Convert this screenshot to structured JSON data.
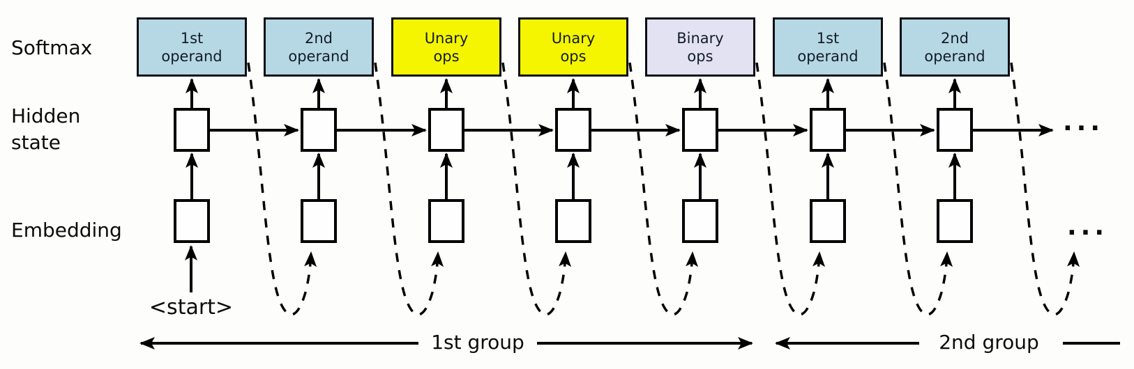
{
  "row_labels": {
    "softmax": "Softmax",
    "hidden_state": "Hidden\nstate",
    "embedding": "Embedding"
  },
  "steps": [
    {
      "label": "1st\noperand",
      "category": "operand",
      "fill": "#b6d8e4"
    },
    {
      "label": "2nd\noperand",
      "category": "operand",
      "fill": "#b6d8e4"
    },
    {
      "label": "Unary\nops",
      "category": "unary",
      "fill": "#f5f500"
    },
    {
      "label": "Unary\nops",
      "category": "unary",
      "fill": "#f5f500"
    },
    {
      "label": "Binary\nops",
      "category": "binary",
      "fill": "#e3e2f2"
    },
    {
      "label": "1st\noperand",
      "category": "operand",
      "fill": "#b6d8e4"
    },
    {
      "label": "2nd\noperand",
      "category": "operand",
      "fill": "#b6d8e4"
    }
  ],
  "start_token": "<start>",
  "group_labels": {
    "first": "1st group",
    "second": "2nd group"
  },
  "ellipsis": {
    "hidden_state": "...",
    "embedding": "..."
  },
  "colors": {
    "operand_fill": "#b6d8e4",
    "unary_fill": "#f5f500",
    "binary_fill": "#e3e2f2",
    "stroke": "#000000",
    "box_label_text": "#121c28",
    "background": "#fdfdfc"
  }
}
